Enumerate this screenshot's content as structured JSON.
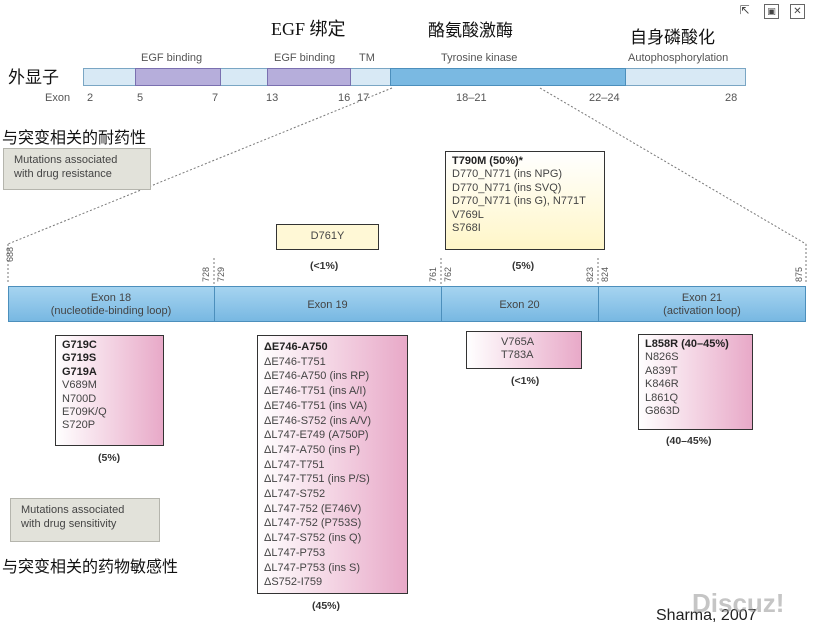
{
  "window_controls": {
    "expand": "⇱",
    "restore": "▣",
    "close": "✕"
  },
  "chinese_labels": {
    "egf_binding": "EGF 绑定",
    "tyrosine_kinase": "酪氨酸激酶",
    "autophosphorylation": "自身磷酸化",
    "exon": "外显子",
    "resistance": "与突变相关的耐药性",
    "sensitivity": "与突变相关的药物敏感性"
  },
  "domains": {
    "egf1": "EGF binding",
    "egf2": "EGF binding",
    "tm": "TM",
    "tk": "Tyrosine kinase",
    "auto": "Autophosphorylation"
  },
  "exon_axis": {
    "label": "Exon",
    "numbers": [
      "2",
      "5",
      "7",
      "13",
      "16",
      "17",
      "18–21",
      "22–24",
      "28"
    ]
  },
  "legend": {
    "resistance": [
      "Mutations associated",
      "with drug resistance"
    ],
    "sensitivity": [
      "Mutations associated",
      "with drug sensitivity"
    ]
  },
  "codons": [
    "688",
    "728",
    "729",
    "761",
    "762",
    "823",
    "824",
    "875"
  ],
  "exons": {
    "e18": [
      "Exon 18",
      "(nucleotide-binding loop)"
    ],
    "e19": "Exon 19",
    "e20": "Exon 20",
    "e21": [
      "Exon 21",
      "(activation loop)"
    ]
  },
  "resistance_boxes": {
    "d761y": {
      "items": [
        "D761Y"
      ],
      "pct": "(<1%)"
    },
    "t790m": {
      "title": "T790M (50%)*",
      "items": [
        "D770_N771 (ins NPG)",
        "D770_N771 (ins SVQ)",
        "D770_N771 (ins G), N771T",
        "V769L",
        "S768I"
      ],
      "pct": "(5%)"
    }
  },
  "sensitivity_boxes": {
    "exon18": {
      "bold_items": [
        "G719C",
        "G719S",
        "G719A"
      ],
      "items": [
        "V689M",
        "N700D",
        "E709K/Q",
        "S720P"
      ],
      "pct": "(5%)"
    },
    "exon19": {
      "title": "ΔE746-A750",
      "items": [
        "ΔE746-T751",
        "ΔE746-A750 (ins RP)",
        "ΔE746-T751 (ins A/I)",
        "ΔE746-T751 (ins VA)",
        "ΔE746-S752 (ins A/V)",
        "ΔL747-E749 (A750P)",
        "ΔL747-A750 (ins P)",
        "ΔL747-T751",
        "ΔL747-T751 (ins P/S)",
        "ΔL747-S752",
        "ΔL747-752 (E746V)",
        "ΔL747-752 (P753S)",
        "ΔL747-S752 (ins Q)",
        "ΔL747-P753",
        "ΔL747-P753 (ins S)",
        "ΔS752-I759"
      ],
      "pct": "(45%)"
    },
    "exon20": {
      "items": [
        "V765A",
        "T783A"
      ],
      "pct": "(<1%)"
    },
    "exon21": {
      "title": "L858R (40–45%)",
      "items": [
        "N826S",
        "A839T",
        "K846R",
        "L861Q",
        "G863D"
      ],
      "pct": "(40–45%)"
    }
  },
  "citation": "Sharma, 2007",
  "watermark": "Discuz!"
}
